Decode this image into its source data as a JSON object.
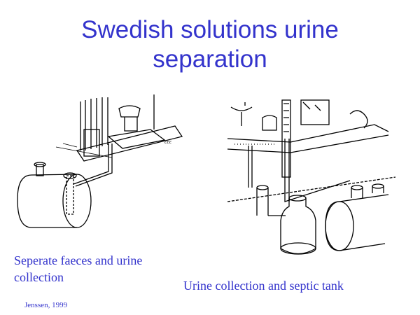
{
  "slide": {
    "title_line1": "Swedish solutions urine",
    "title_line2": "separation",
    "caption_left_line1": "Seperate faeces and urine",
    "caption_left_line2": "collection",
    "caption_right": "Urine collection and septic tank",
    "credit": "Jenssen, 1999",
    "text_color": "#3333cc"
  }
}
